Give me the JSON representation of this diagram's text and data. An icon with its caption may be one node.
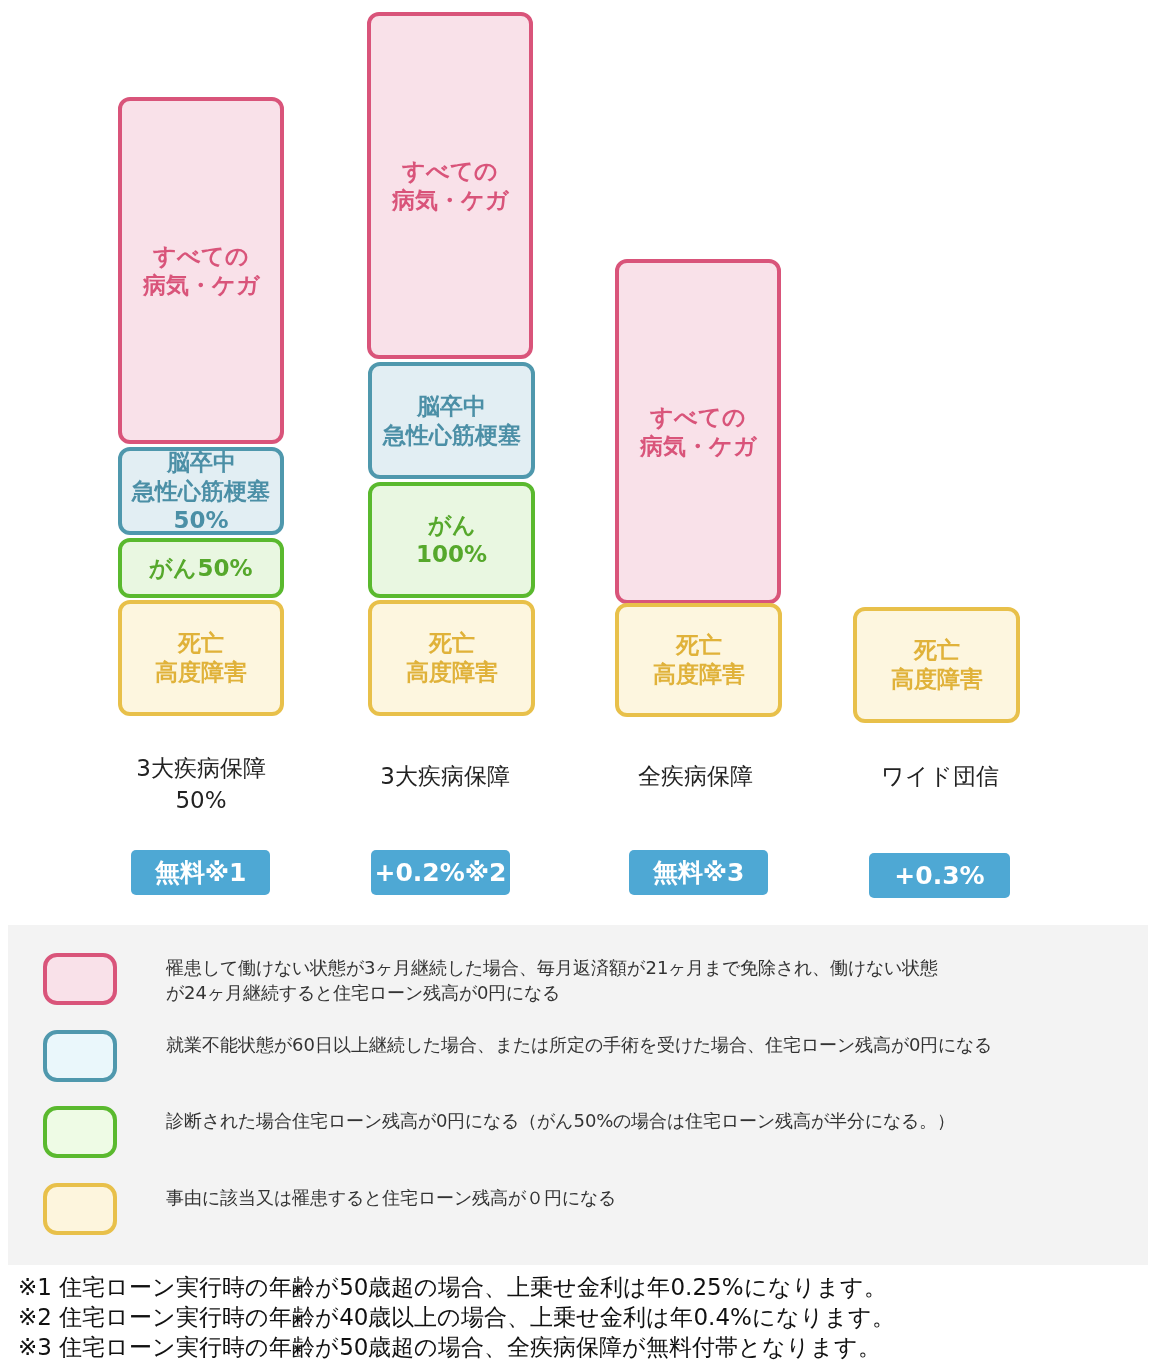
{
  "diagram": {
    "nodes": [
      {
        "text": [
          "すべての",
          "病気・ケガ"
        ]
      },
      {
        "text": [
          "脳卒中",
          "急性心筋梗塞",
          "50%"
        ]
      },
      {
        "text": [
          "がん50%"
        ]
      },
      {
        "text": [
          "死亡",
          "高度障害"
        ]
      },
      {
        "text": [
          "すべての",
          "病気・ケガ"
        ]
      },
      {
        "text": [
          "脳卒中",
          "急性心筋梗塞"
        ]
      },
      {
        "text": [
          "がん",
          "100%"
        ]
      },
      {
        "text": [
          "死亡",
          "高度障害"
        ]
      },
      {
        "text": [
          "すべての",
          "病気・ケガ"
        ]
      },
      {
        "text": [
          "死亡",
          "高度障害"
        ]
      },
      {
        "text": [
          "死亡",
          "高度障害"
        ]
      }
    ],
    "labels": [
      "3大疾病保障50%",
      "3大疾病保障",
      "全疾病保障",
      "ワイド団信",
      "無料※1",
      "+0.2%※2",
      "無料※3",
      "+0.3%",
      "※1 住宅ローン実行時の年齢が50歳超の場合、上乗せ金利は年0.25%になります。",
      "※2 住宅ローン実行時の年齢が40歳以上の場合、上乗せ金利は年0.4%になります。",
      "※3 住宅ローン実行時の年齢が50歳超の場合、全疾病保障が無料付帯となります。"
    ],
    "legend": [
      {
        "text": "罹患して働けない状態が3ヶ月継続した場合、毎月返済額が21ヶ月まで免除され、働けない状態が24ヶ月継続すると住宅ローン残高が0円になる",
        "color": "#f9e1e9"
      },
      {
        "text": "就業不能状態が60日以上継続した場合、または所定の手術を受けた場合、住宅ローン残高が0円になる",
        "color": "#eaf7fb"
      },
      {
        "text": "診断された場合住宅ローン残高が0円になる（がん50%の場合は住宅ローン残高が半分になる。）",
        "color": "#eefbe5"
      },
      {
        "text": "事由に該当又は罹患すると住宅ローン残高が０円になる",
        "color": "#fdf5dd"
      }
    ]
  }
}
